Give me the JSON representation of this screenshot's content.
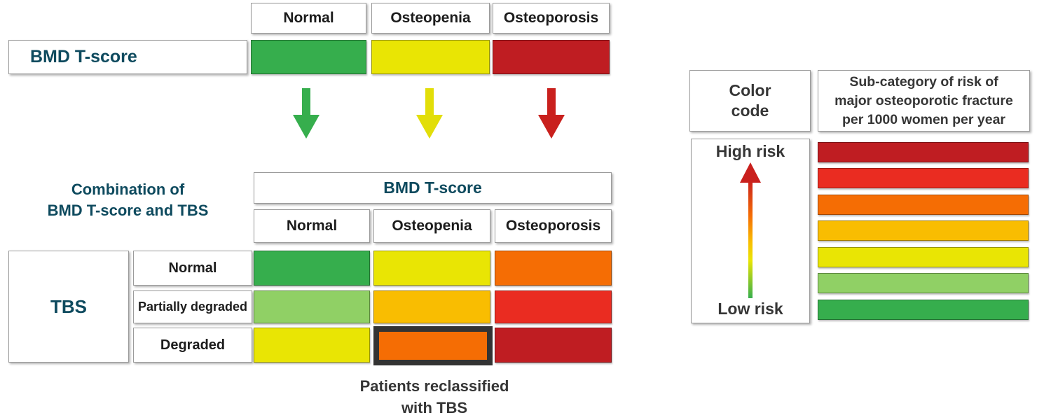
{
  "palette": {
    "green": "#36ae4d",
    "light_green": "#90d065",
    "yellow": "#e9e504",
    "amber": "#f9bd01",
    "orange": "#f56d04",
    "red": "#ea2c21",
    "dark_red": "#bf1d22",
    "teal_text": "#0e4a5e",
    "charcoal_text": "#363636"
  },
  "top": {
    "label": "BMD T-score",
    "columns": [
      "Normal",
      "Osteopenia",
      "Osteoporosis"
    ],
    "cells": [
      "#36ae4d",
      "#e9e504",
      "#bf1d22"
    ],
    "arrows": [
      "#36ae4d",
      "#e2de09",
      "#c9201d"
    ]
  },
  "combination": {
    "caption": [
      "Combination of",
      "BMD T-score and TBS"
    ],
    "header": "BMD T-score",
    "columns": [
      "Normal",
      "Osteopenia",
      "Osteoporosis"
    ],
    "side_label": "TBS",
    "rows": [
      {
        "label": "Normal",
        "cells": [
          "#36ae4d",
          "#e9e504",
          "#f56d04"
        ]
      },
      {
        "label": "Partially degraded",
        "cells": [
          "#90d065",
          "#f9bd01",
          "#ea2c21"
        ]
      },
      {
        "label": "Degraded",
        "cells": [
          "#e9e504",
          "#f56d04",
          "#bf1d22"
        ]
      }
    ],
    "highlighted_cell": {
      "row": "Degraded",
      "column": "Osteopenia"
    },
    "note": [
      "Patients reclassified",
      "with TBS"
    ]
  },
  "legend": {
    "color_code": [
      "Color",
      "code"
    ],
    "risk_header": [
      "Sub-category of risk of",
      "major osteoporotic fracture",
      "per 1000 women per year"
    ],
    "high": "High risk",
    "low": "Low risk",
    "bars": [
      "#bf1d22",
      "#ea2c21",
      "#f56d04",
      "#f9bd01",
      "#e9e504",
      "#90d065",
      "#36ae4d"
    ]
  }
}
